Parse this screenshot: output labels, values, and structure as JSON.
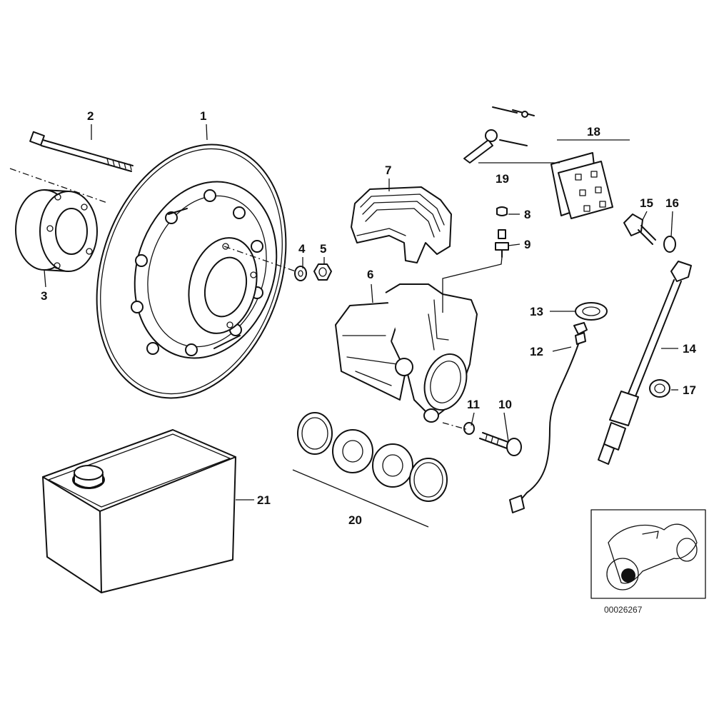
{
  "diagram_id": "00026267",
  "callouts": [
    "1",
    "2",
    "3",
    "4",
    "5",
    "6",
    "7",
    "8",
    "9",
    "10",
    "11",
    "12",
    "13",
    "14",
    "15",
    "16",
    "17",
    "18",
    "19",
    "20",
    "21"
  ]
}
